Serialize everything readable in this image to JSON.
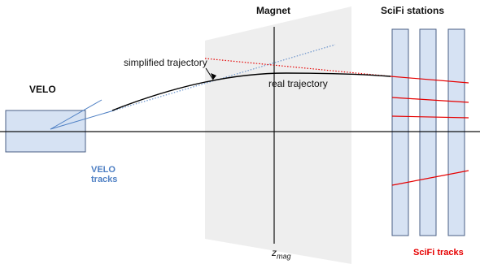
{
  "labels": {
    "velo": "VELO",
    "magnet": "Magnet",
    "scifi_stations": "SciFi stations",
    "simplified_trajectory": "simplified trajectory",
    "real_trajectory": "real trajectory",
    "velo_tracks_line1": "VELO",
    "velo_tracks_line2": "tracks",
    "scifi_tracks": "SciFi tracks",
    "z_symbol": "z",
    "z_subscript": "mag"
  },
  "colors": {
    "detector_fill": "#d6e2f3",
    "detector_stroke": "#4a5f85",
    "magnet_fill": "#eeeeee",
    "axis": "#111111",
    "real_trajectory": "#000000",
    "simplified_trajectory": "#e60000",
    "velo_track": "#4f80c4",
    "scifi_track": "#e60000"
  }
}
